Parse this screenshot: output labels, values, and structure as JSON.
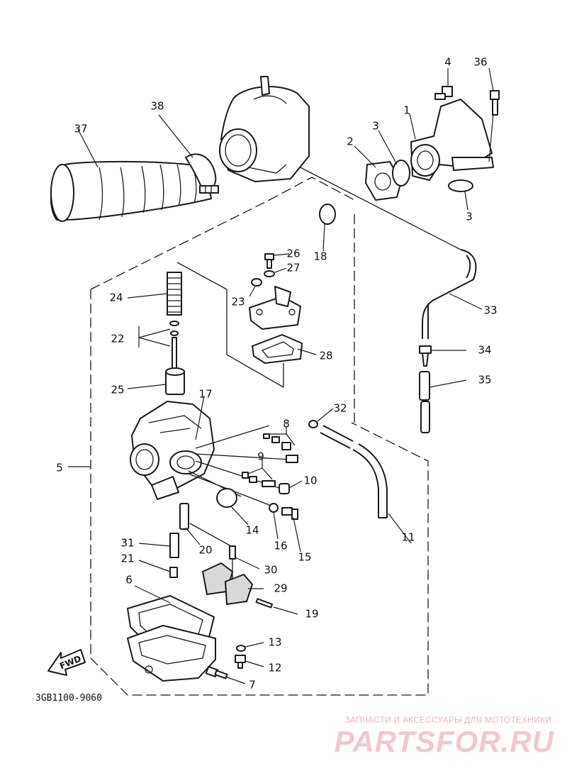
{
  "diagram": {
    "code": "3GB1100-9060",
    "fwd_label": "FWD",
    "callouts": [
      {
        "id": "1",
        "text": "1"
      },
      {
        "id": "2",
        "text": "2"
      },
      {
        "id": "3a",
        "text": "3"
      },
      {
        "id": "3b",
        "text": "3"
      },
      {
        "id": "4",
        "text": "4"
      },
      {
        "id": "5",
        "text": "5"
      },
      {
        "id": "6",
        "text": "6"
      },
      {
        "id": "7",
        "text": "7"
      },
      {
        "id": "8",
        "text": "8"
      },
      {
        "id": "9",
        "text": "9"
      },
      {
        "id": "10",
        "text": "10"
      },
      {
        "id": "11",
        "text": "11"
      },
      {
        "id": "12",
        "text": "12"
      },
      {
        "id": "13",
        "text": "13"
      },
      {
        "id": "14",
        "text": "14"
      },
      {
        "id": "15",
        "text": "15"
      },
      {
        "id": "16",
        "text": "16"
      },
      {
        "id": "17",
        "text": "17"
      },
      {
        "id": "18",
        "text": "18"
      },
      {
        "id": "19",
        "text": "19"
      },
      {
        "id": "20",
        "text": "20"
      },
      {
        "id": "21",
        "text": "21"
      },
      {
        "id": "22",
        "text": "22"
      },
      {
        "id": "23",
        "text": "23"
      },
      {
        "id": "24",
        "text": "24"
      },
      {
        "id": "25",
        "text": "25"
      },
      {
        "id": "26",
        "text": "26"
      },
      {
        "id": "27",
        "text": "27"
      },
      {
        "id": "28",
        "text": "28"
      },
      {
        "id": "29",
        "text": "29"
      },
      {
        "id": "30",
        "text": "30"
      },
      {
        "id": "31",
        "text": "31"
      },
      {
        "id": "32",
        "text": "32"
      },
      {
        "id": "33",
        "text": "33"
      },
      {
        "id": "34",
        "text": "34"
      },
      {
        "id": "35",
        "text": "35"
      },
      {
        "id": "36",
        "text": "36"
      },
      {
        "id": "37",
        "text": "37"
      },
      {
        "id": "38",
        "text": "38"
      }
    ]
  },
  "watermark": {
    "caption": "ЗАПЧАСТИ И АКСЕССУАРЫ ДЛЯ МОТОТЕХНИКИ",
    "logo": "PARTSFOR.RU"
  }
}
